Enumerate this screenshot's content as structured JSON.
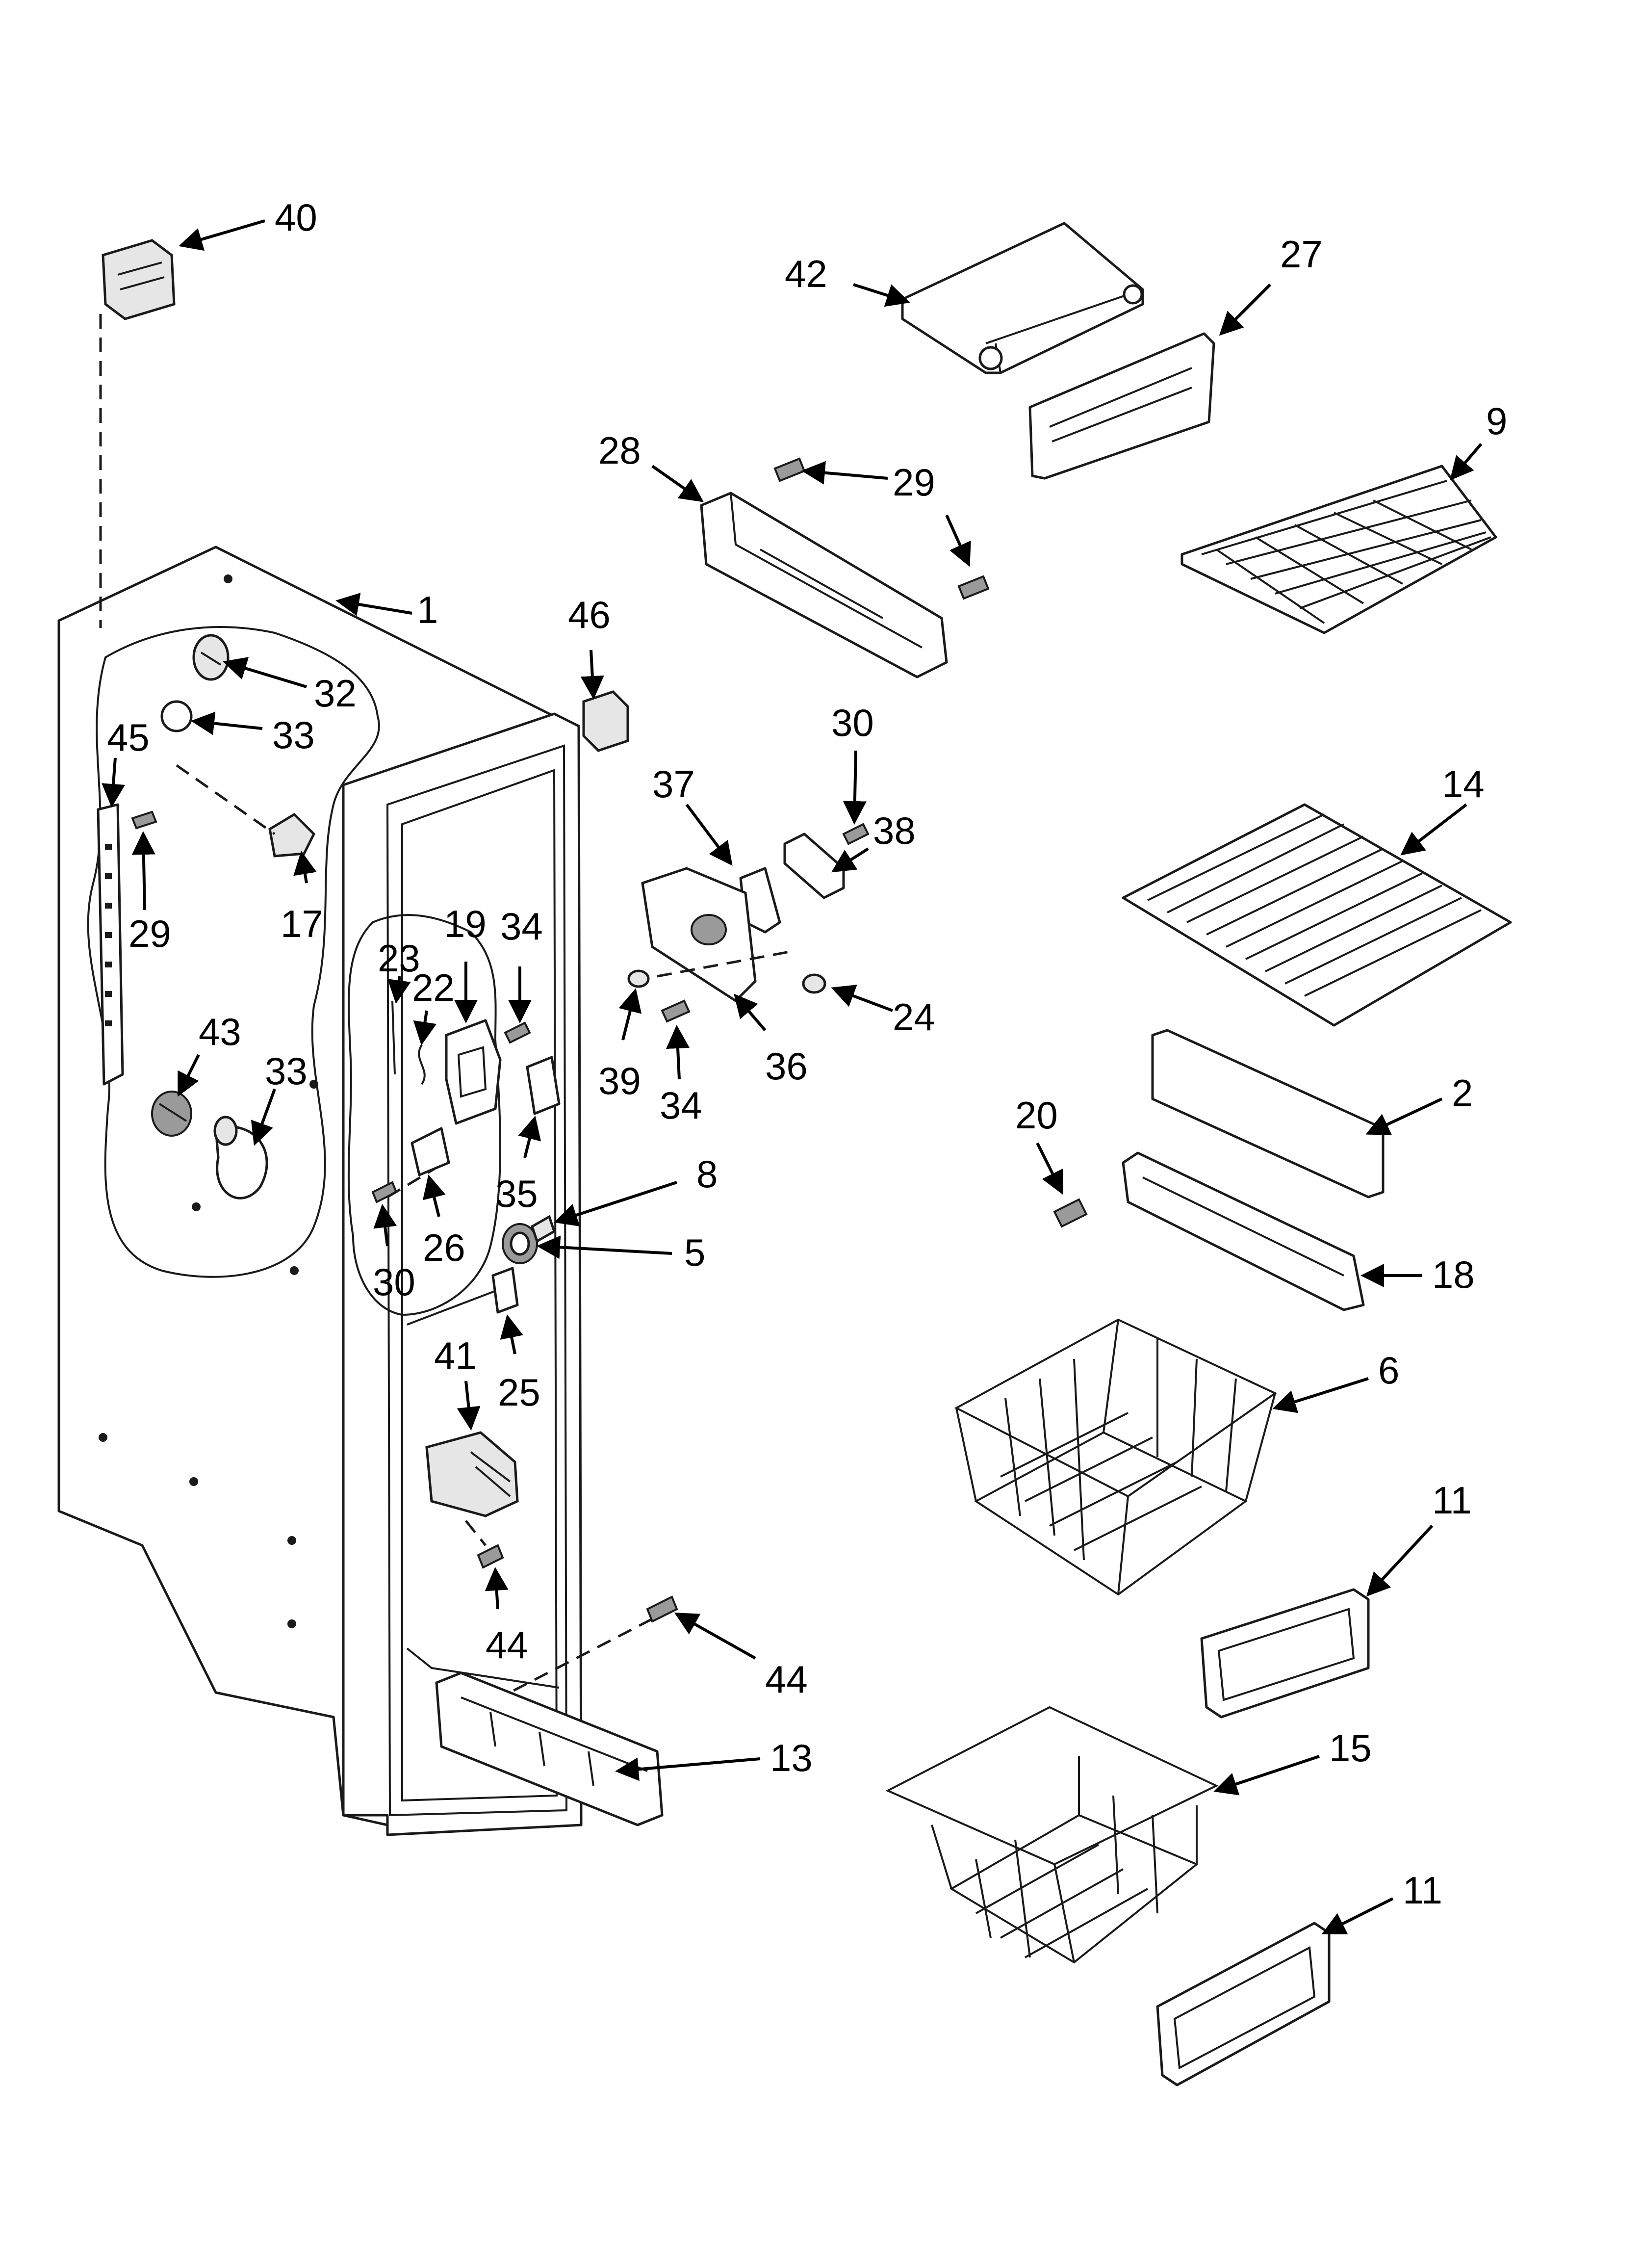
{
  "callouts": [
    {
      "id": "c40a",
      "text": "40"
    },
    {
      "id": "c42",
      "text": "42"
    },
    {
      "id": "c27",
      "text": "27"
    },
    {
      "id": "c9",
      "text": "9"
    },
    {
      "id": "c28",
      "text": "28"
    },
    {
      "id": "c29a",
      "text": "29"
    },
    {
      "id": "c1",
      "text": "1"
    },
    {
      "id": "c46",
      "text": "46"
    },
    {
      "id": "c32",
      "text": "32"
    },
    {
      "id": "c33a",
      "text": "33"
    },
    {
      "id": "c45",
      "text": "45"
    },
    {
      "id": "c30a",
      "text": "30"
    },
    {
      "id": "c14",
      "text": "14"
    },
    {
      "id": "c37",
      "text": "37"
    },
    {
      "id": "c38",
      "text": "38"
    },
    {
      "id": "c29b",
      "text": "29"
    },
    {
      "id": "c17",
      "text": "17"
    },
    {
      "id": "c19",
      "text": "19"
    },
    {
      "id": "c34a",
      "text": "34"
    },
    {
      "id": "c23",
      "text": "23"
    },
    {
      "id": "c22",
      "text": "22"
    },
    {
      "id": "c24",
      "text": "24"
    },
    {
      "id": "c43",
      "text": "43"
    },
    {
      "id": "c33b",
      "text": "33"
    },
    {
      "id": "c39",
      "text": "39"
    },
    {
      "id": "c36",
      "text": "36"
    },
    {
      "id": "c34b",
      "text": "34"
    },
    {
      "id": "c2",
      "text": "2"
    },
    {
      "id": "c20",
      "text": "20"
    },
    {
      "id": "c35",
      "text": "35"
    },
    {
      "id": "c8",
      "text": "8"
    },
    {
      "id": "c26",
      "text": "26"
    },
    {
      "id": "c5",
      "text": "5"
    },
    {
      "id": "c30b",
      "text": "30"
    },
    {
      "id": "c18",
      "text": "18"
    },
    {
      "id": "c41",
      "text": "41"
    },
    {
      "id": "c25",
      "text": "25"
    },
    {
      "id": "c6",
      "text": "6"
    },
    {
      "id": "c11a",
      "text": "11"
    },
    {
      "id": "c44a",
      "text": "44"
    },
    {
      "id": "c44b",
      "text": "44"
    },
    {
      "id": "c13",
      "text": "13"
    },
    {
      "id": "c15",
      "text": "15"
    },
    {
      "id": "c11b",
      "text": "11"
    }
  ]
}
